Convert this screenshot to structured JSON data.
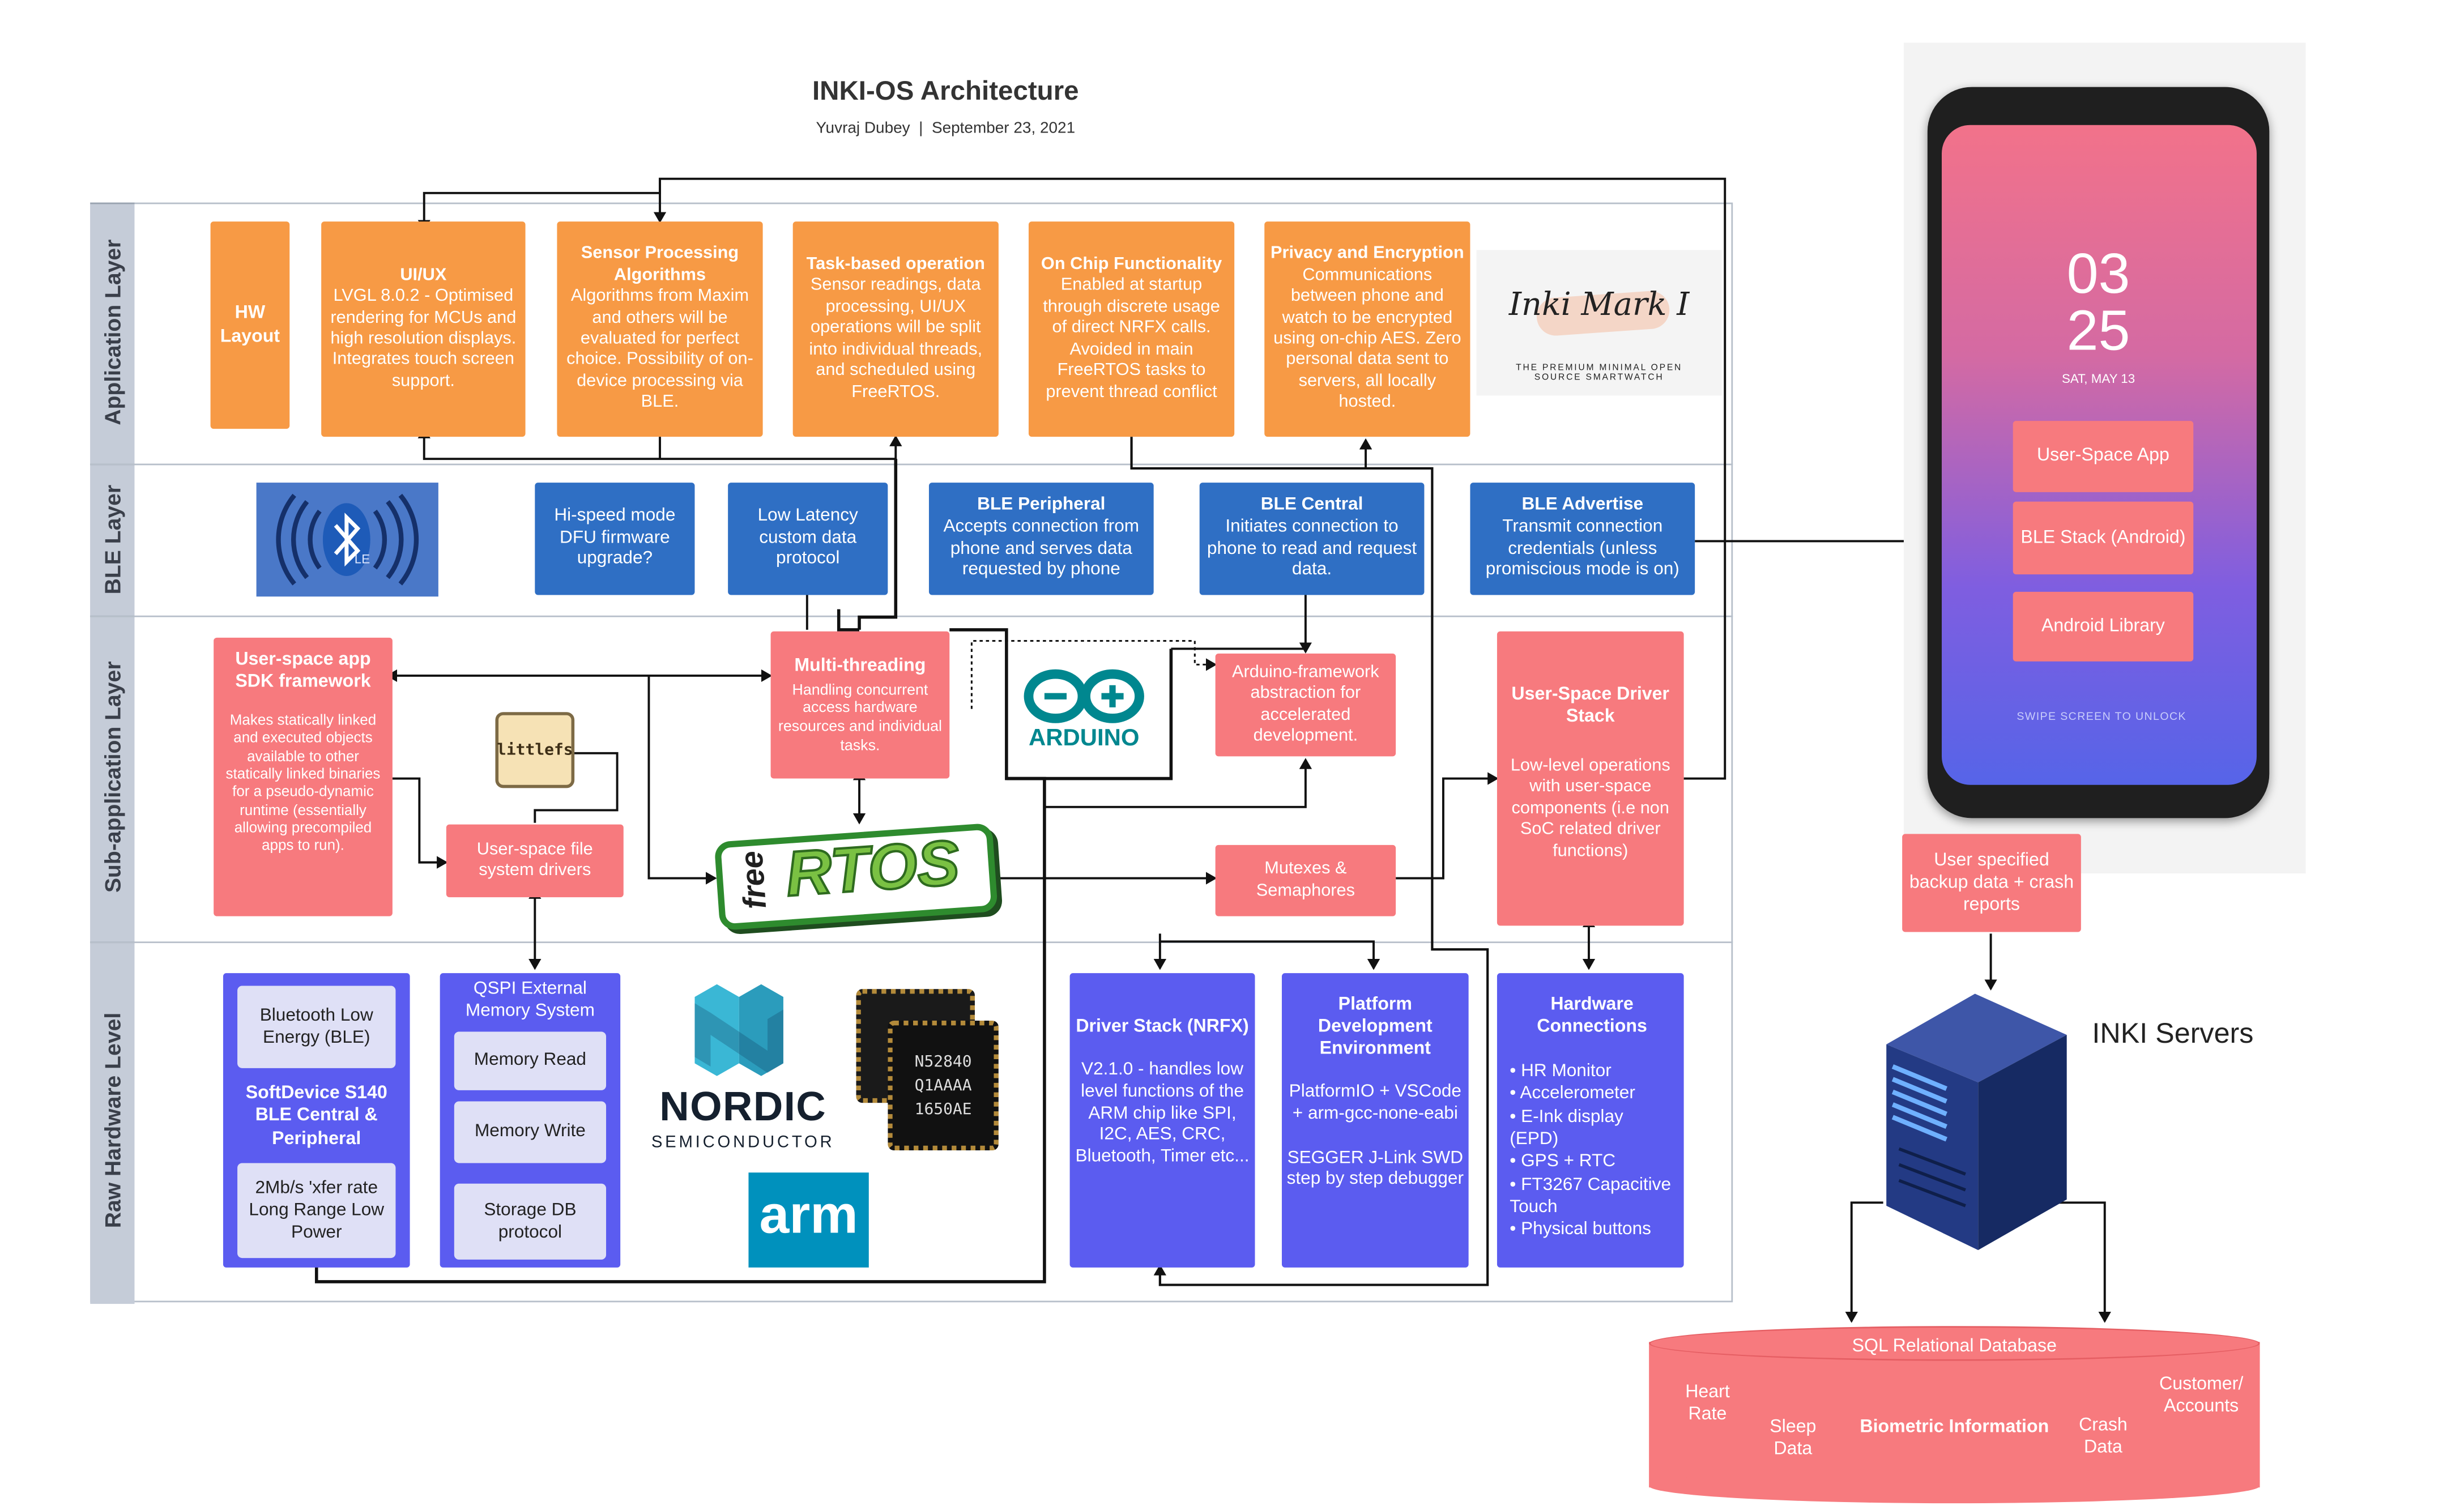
{
  "header": {
    "title": "INKI-OS Architecture",
    "byline": "Yuvraj Dubey  |  September 23, 2021"
  },
  "lanes": [
    "Application Layer",
    "BLE Layer",
    "Sub-application Layer",
    "Raw Hardware Level"
  ],
  "app": {
    "hw_layout": "HW Layout",
    "uiux_title": "UI/UX",
    "uiux_body": "LVGL 8.0.2 - Optimised rendering for MCUs and high resolution displays. Integrates touch screen support.",
    "sensor_title": "Sensor Processing Algorithms",
    "sensor_body": "Algorithms from Maxim and others will be evaluated for perfect choice. Possibility of on-device processing via BLE.",
    "task_title": "Task-based operation",
    "task_body": "Sensor readings, data processing, UI/UX operations will be split into individual threads, and scheduled using FreeRTOS.",
    "onchip_title": "On Chip Functionality",
    "onchip_body": "Enabled at startup through discrete usage of direct NRFX calls. Avoided in main FreeRTOS tasks to prevent thread conflict",
    "privacy_title": "Privacy and Encryption",
    "privacy_body": "Communications between phone and watch to be encrypted using on-chip AES. Zero personal data sent to servers, all locally hosted.",
    "logo_script": "Inki Mark I",
    "logo_caption": "THE PREMIUM MINIMAL OPEN SOURCE SMARTWATCH"
  },
  "ble": {
    "dfu": "Hi-speed mode DFU firmware upgrade?",
    "low_latency": "Low Latency custom data protocol",
    "periph_title": "BLE Peripheral",
    "periph_body": "Accepts connection from phone and serves data requested by phone",
    "central_title": "BLE Central",
    "central_body": "Initiates connection to phone to read and request data.",
    "adv_title": "BLE Advertise",
    "adv_body": "Transmit connection credentials (unless promiscious mode is on)",
    "bt_logo_text": "LE"
  },
  "subapp": {
    "sdk_title": "User-space app SDK framework",
    "sdk_body": "Makes statically linked and executed objects available to other statically linked binaries for a pseudo-dynamic runtime (essentially allowing precompiled apps to run).",
    "littlefs": "littlefs",
    "fs_drivers": "User-space file system drivers",
    "mt_title": "Multi-threading",
    "mt_body": "Handling concurrent access hardware resources and individual tasks.",
    "arduino_logo": "ARDUINO",
    "arduino_fw": "Arduino-framework abstraction for accelerated development.",
    "freertos_free": "free",
    "freertos_rtos": "RTOS",
    "mutex": "Mutexes & Semaphores",
    "uds_title": "User-Space Driver Stack",
    "uds_body": "Low-level operations with user-space components (i.e non SoC related driver functions)"
  },
  "hw": {
    "ble_energy": "Bluetooth Low Energy (BLE)",
    "softdevice": "SoftDevice S140 BLE Central & Peripheral",
    "ble_specs": "2Mb/s 'xfer rate Long Range Low Power",
    "qspi_title": "QSPI External Memory System",
    "mem_read": "Memory Read",
    "mem_write": "Memory Write",
    "storage_db": "Storage DB protocol",
    "nordic_name": "NORDIC",
    "nordic_sub": "SEMICONDUCTOR",
    "chip_line1": "N52840",
    "chip_line2": "Q1AAAA",
    "chip_line3": "1650AE",
    "arm": "arm",
    "driver_title": "Driver Stack (NRFX)",
    "driver_body": "V2.1.0 - handles low level functions of the ARM chip like SPI, I2C, AES, CRC, Bluetooth, Timer etc...",
    "platform_title": "Platform Development Environment",
    "platform_body1": "PlatformIO + VSCode + arm-gcc-none-eabi",
    "platform_body2": "SEGGER J-Link SWD step by step debugger",
    "hwconn_title": "Hardware Connections",
    "hwconn_items": [
      "HR Monitor",
      "Accelerometer",
      "E-Ink display (EPD)",
      "GPS + RTC",
      "FT3267 Capacitive Touch",
      "Physical buttons"
    ]
  },
  "phone": {
    "hour": "03",
    "minute": "25",
    "date": "SAT, MAY 13",
    "userspace_app": "User-Space App",
    "ble_stack": "BLE Stack (Android)",
    "android_lib": "Android Library",
    "swipe": "SWIPE SCREEN TO UNLOCK"
  },
  "backup": "User specified backup data + crash reports",
  "servers_label": "INKI Servers",
  "db": {
    "title": "SQL Relational Database",
    "heart": "Heart Rate",
    "sleep": "Sleep Data",
    "bio": "Biometric Information",
    "crash": "Crash Data",
    "accounts": "Customer/ Accounts"
  },
  "colors": {
    "orange": "#f79a45",
    "blue": "#2f6fc4",
    "red": "#f77a7e",
    "purple": "#5b5cf0",
    "lane": "#c5ccd8"
  }
}
